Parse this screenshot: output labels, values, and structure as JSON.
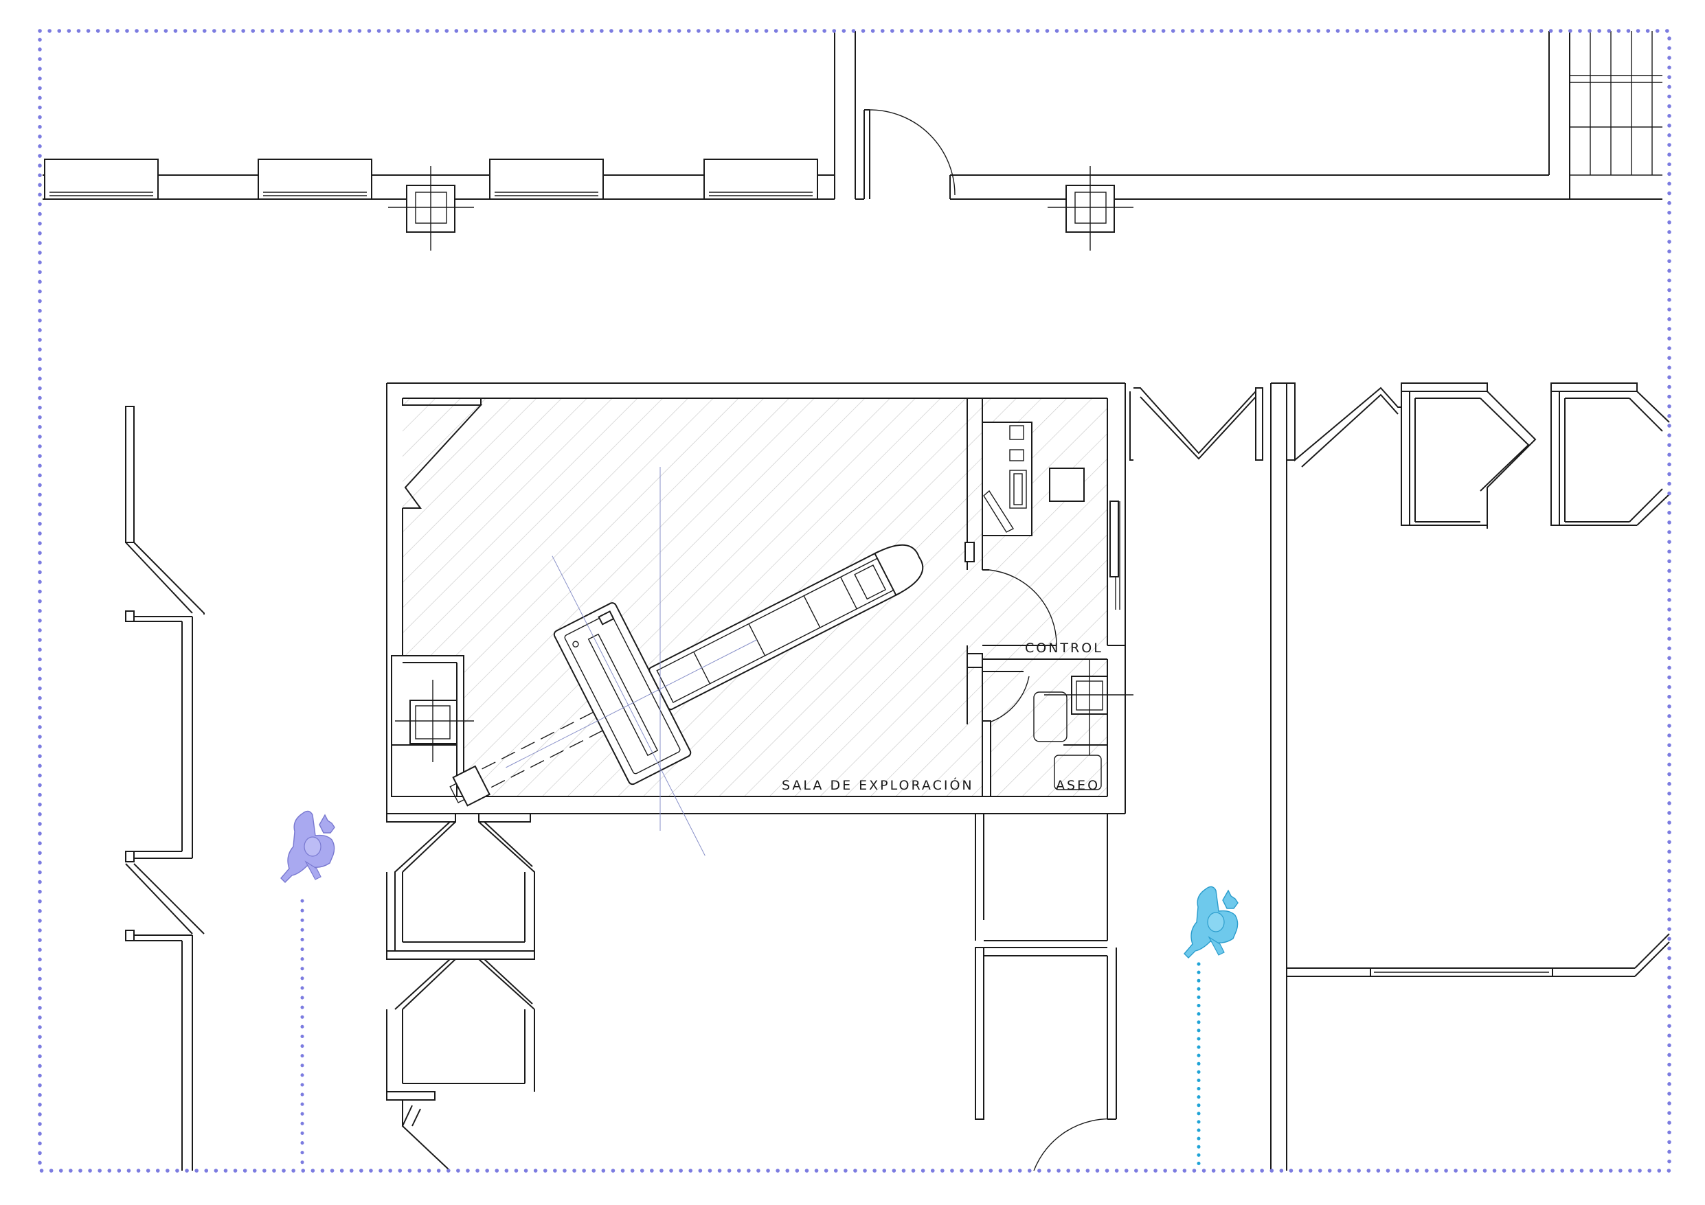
{
  "rooms": {
    "exploration": "SALA DE EXPLORACIÓN",
    "control": "CONTROL",
    "toilet": "ASEO"
  },
  "colors": {
    "boundary": "#7b7be0",
    "person_purple": "#a9a9f0",
    "person_cyan": "#55bfe6",
    "path_purple": "#7b7be0",
    "path_cyan": "#1fa3d6",
    "hatch": "#c8c8c8",
    "walls": "#1a1a1a"
  },
  "icons": [
    "person-icon",
    "door-swing-icon",
    "ct-scanner-icon",
    "column-icon",
    "window-icon"
  ]
}
